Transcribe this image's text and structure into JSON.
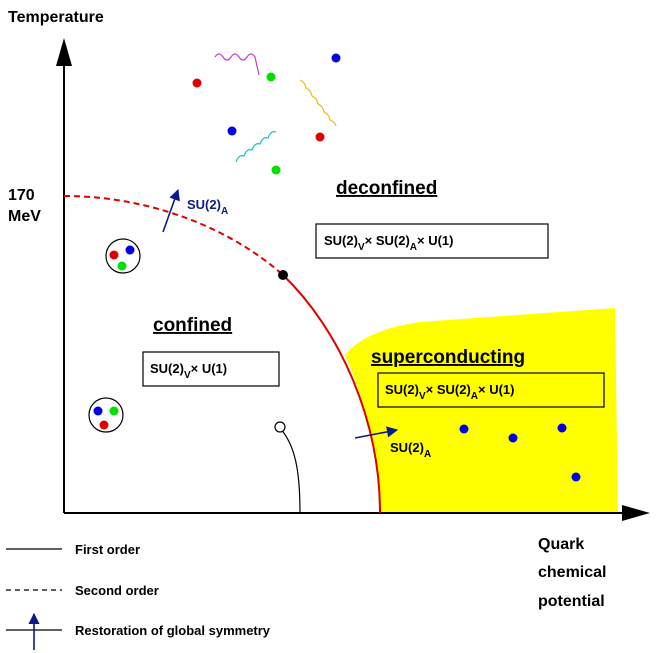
{
  "axes": {
    "y_label": "Temperature",
    "x_label_lines": [
      "Quark",
      "chemical",
      "potential"
    ],
    "tick_value": "170",
    "tick_unit": "MeV"
  },
  "regions": {
    "confined": {
      "title": "confined",
      "symmetry": {
        "main": "SU(2)",
        "sub": "V",
        "rest": "× U(1)"
      }
    },
    "deconfined": {
      "title": "deconfined",
      "symmetry": {
        "a": "SU(2)",
        "a_sub": "V",
        "b": "× SU(2)",
        "b_sub": "A",
        "rest": "× U(1)"
      }
    },
    "superconducting": {
      "title": "superconducting",
      "symmetry": {
        "a": "SU(2)",
        "a_sub": "V",
        "b": "× SU(2)",
        "b_sub": "A",
        "rest": "× U(1)"
      }
    }
  },
  "arrows": {
    "upper": {
      "main": "SU(2)",
      "sub": "A"
    },
    "lower": {
      "main": "SU(2)",
      "sub": "A"
    }
  },
  "legend": [
    {
      "label": "First order"
    },
    {
      "label": "Second order"
    },
    {
      "label": "Restoration of global symmetry"
    }
  ],
  "colors": {
    "transition_line": "#e00000",
    "superconducting_fill": "#ffff00",
    "quark_red": "#e00000",
    "quark_green": "#00e000",
    "quark_blue": "#0000e0",
    "arrow": "#0a1a8a",
    "gluon_magenta": "#c040d0",
    "gluon_yellow": "#e0c000",
    "gluon_cyan": "#20c0c0"
  }
}
